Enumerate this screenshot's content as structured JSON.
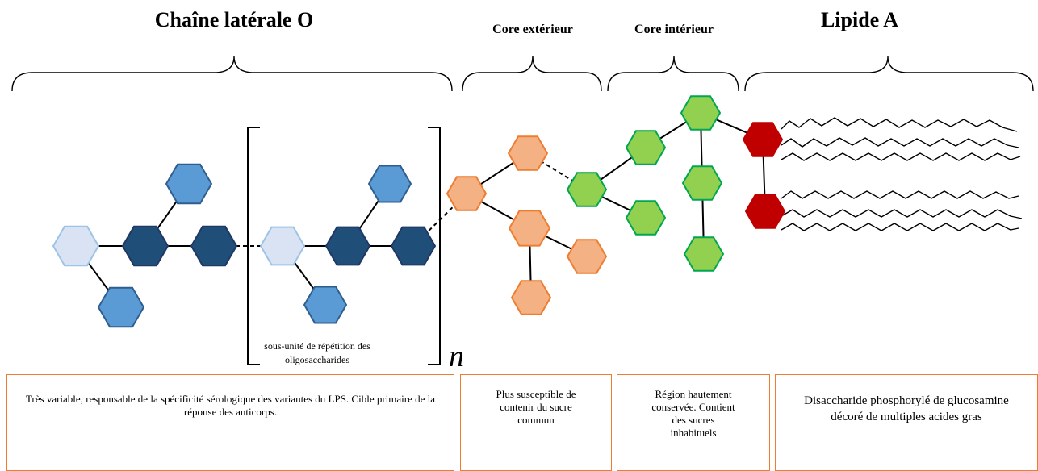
{
  "titles": {
    "o_chain": "Chaîne latérale O",
    "core_outer": "Core extérieur",
    "core_inner": "Core intérieur",
    "lipid_a": "Lipide A"
  },
  "repeat_unit_label": "sous-unité de répétition des oligosaccharides",
  "repeat_symbol": "n",
  "descriptions": {
    "o_chain": "Très variable, responsable de la spécificité sérologique des variantes du LPS. Cible primaire de la réponse des anticorps.",
    "core_outer": "Plus susceptible de contenir du sucre commun",
    "core_inner": "Région hautement conservée. Contient des sucres inhabituels",
    "lipid_a": "Disaccharide phosphorylé de glucosamine décoré de multiples acides gras"
  },
  "colors": {
    "pale_blue": "#DAE3F3",
    "mid_blue": "#5B9BD5",
    "dark_blue": "#1F4E79",
    "orange": "#F4B183",
    "green": "#92D050",
    "red": "#C00000",
    "box_border": "#ED7D31"
  }
}
